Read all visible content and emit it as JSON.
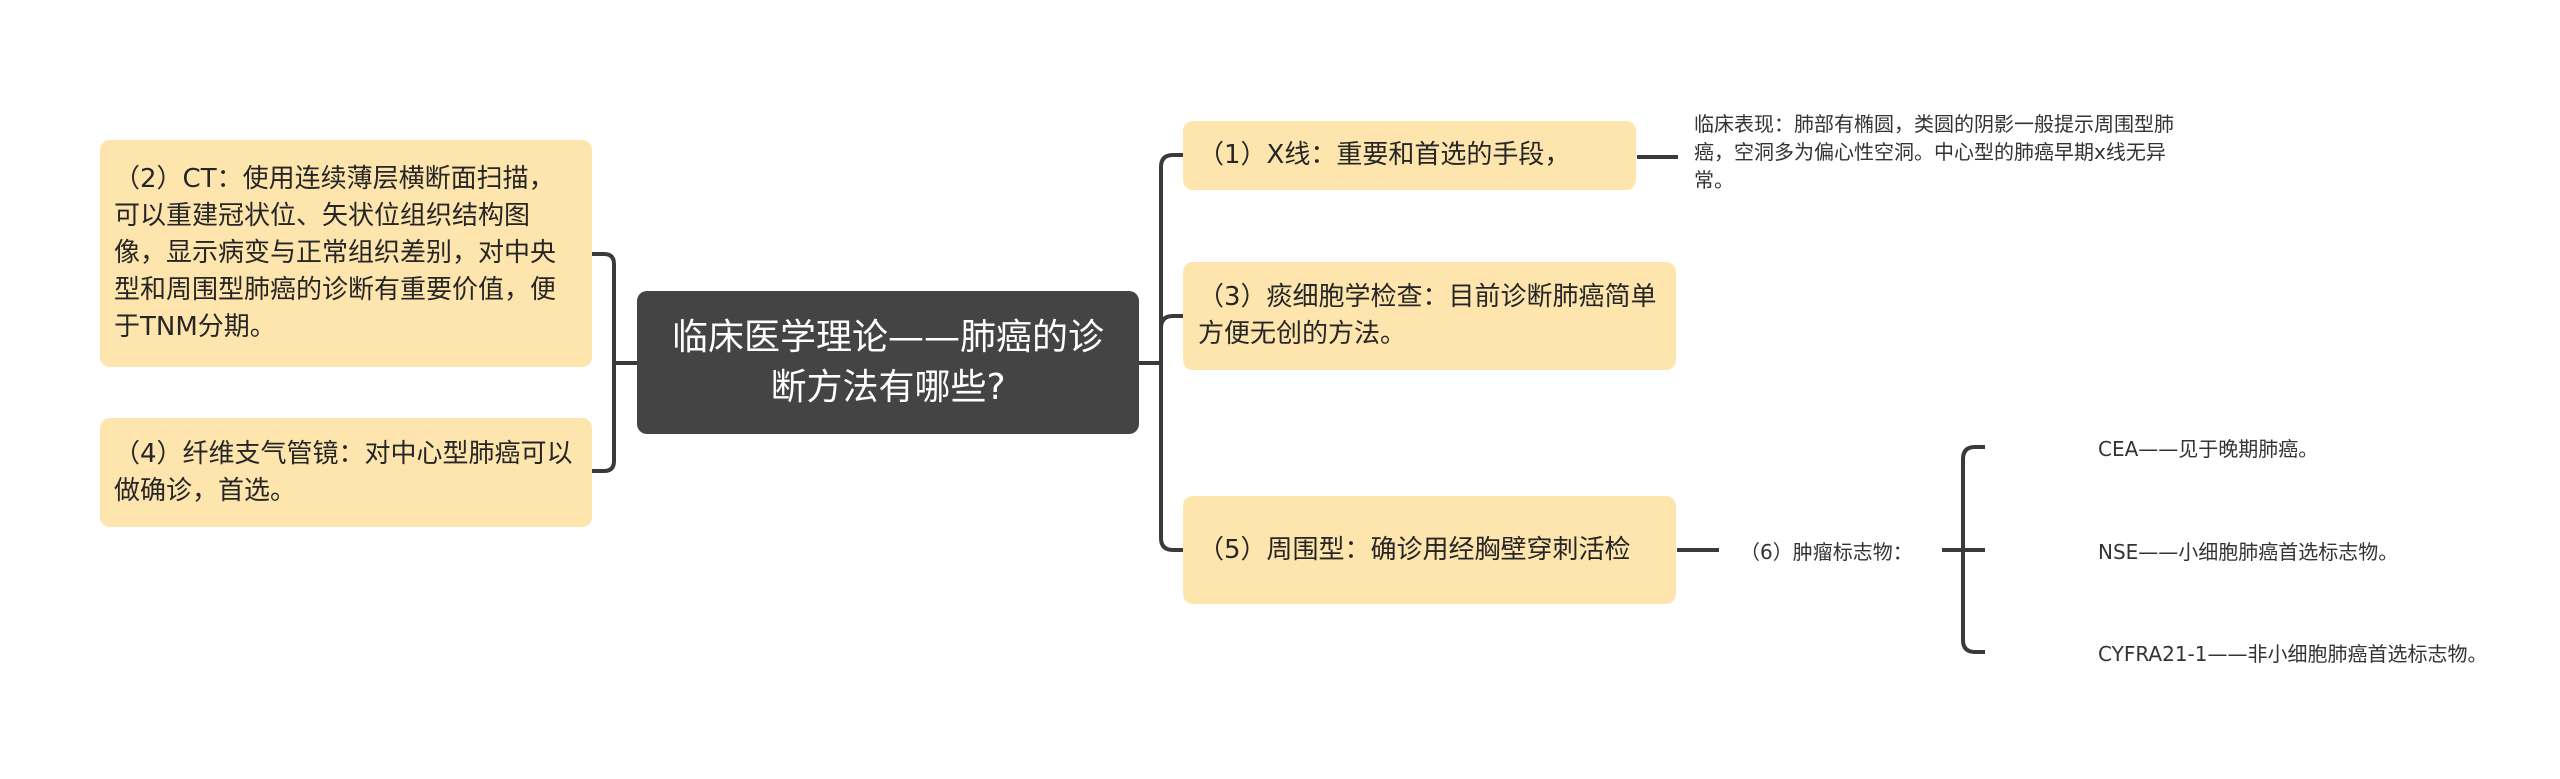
{
  "central": {
    "title": "临床医学理论——肺癌的诊断方法有哪些?"
  },
  "left_topics": [
    {
      "id": "ct",
      "text": "（2）CT：使用连续薄层横断面扫描，可以重建冠状位、矢状位组织结构图像，显示病变与正常组织差别，对中央型和周围型肺癌的诊断有重要价值，便于TNM分期。"
    },
    {
      "id": "bronchoscope",
      "text": "（4）纤维支气管镜：对中心型肺癌可以做确诊，首选。"
    }
  ],
  "right_topics": [
    {
      "id": "xray",
      "text": "（1）X线：重要和首选的手段，",
      "note": "临床表现：肺部有椭圆，类圆的阴影一般提示周围型肺癌，空洞多为偏心性空洞。中心型的肺癌早期x线无异常。"
    },
    {
      "id": "sputum",
      "text": "（3）痰细胞学检查：目前诊断肺癌简单方便无创的方法。"
    },
    {
      "id": "peripheral",
      "text": "（5）周围型：确诊用经胸壁穿刺活检",
      "child": {
        "text": "（6）肿瘤标志物：",
        "items": [
          "CEA——见于晚期肺癌。",
          "NSE——小细胞肺癌首选标志物。",
          "CYFRA21-1——非小细胞肺癌首选标志物。"
        ]
      }
    }
  ],
  "colors": {
    "central_bg": "#444444",
    "topic_bg": "#fde5ad",
    "connector": "#3a3a3a"
  }
}
